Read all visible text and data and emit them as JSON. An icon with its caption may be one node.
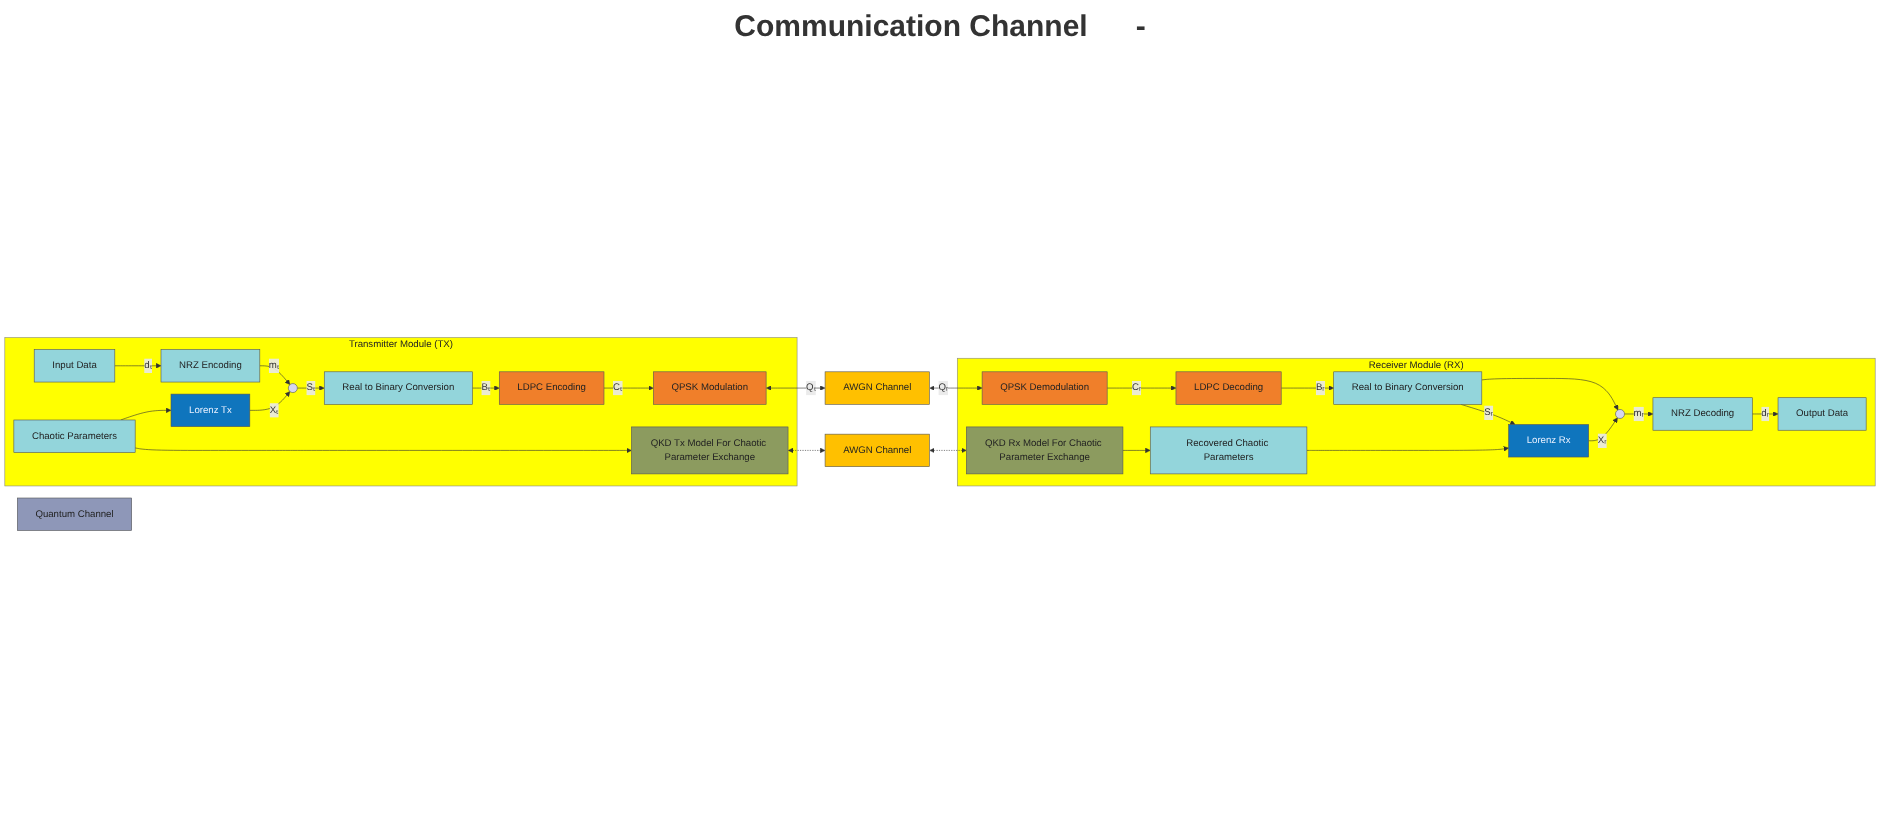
{
  "diagram": {
    "nodes": [
      {
        "text": [
          "Transmitter Module (TX)"
        ]
      },
      {
        "text": [
          "Input Data"
        ],
        "in": 0
      },
      {
        "text": [
          "Chaotic Parameters"
        ],
        "in": 0
      },
      {
        "text": [
          "NRZ Encoding"
        ],
        "in": 0
      },
      {
        "text": [
          "Lorenz Tx"
        ],
        "in": 0
      },
      {
        "text": [],
        "shape": "circle",
        "in": 0
      },
      {
        "text": [
          "QKD Tx Model For Chaotic Parameter Exchange"
        ],
        "in": 0
      },
      {
        "text": [
          "Real to Binary Conversion"
        ],
        "in": 0
      },
      {
        "text": [
          "LDPC Encoding"
        ],
        "in": 0
      },
      {
        "text": [
          "QPSK Modulation"
        ],
        "in": 0
      },
      {
        "text": [
          "AWGN Channel"
        ]
      },
      {
        "text": [
          "Quantum Channel"
        ]
      },
      {
        "text": [
          "AWGN Channel"
        ]
      },
      {
        "text": [
          "Receiver Module (RX)"
        ]
      },
      {
        "text": [
          "Output Data"
        ],
        "in": 13
      },
      {
        "text": [
          "NRZ Decoding"
        ],
        "in": 13
      },
      {
        "text": [
          "Recovered Chaotic Parameters"
        ],
        "in": 13
      },
      {
        "text": [
          "Lorenz Rx"
        ],
        "in": 13
      },
      {
        "text": [],
        "shape": "circle",
        "in": 13
      },
      {
        "text": [
          "QKD Rx Model For Chaotic Parameter Exchange"
        ],
        "in": 13
      },
      {
        "text": [
          "Real to Binary Conversion"
        ],
        "in": 13
      },
      {
        "text": [
          "QPSK Demodulation"
        ],
        "in": 13
      },
      {
        "text": [
          "LDPC Decoding"
        ],
        "in": 13
      }
    ],
    "edges": [
      {
        "from": 1,
        "to": 3,
        "arrow": "to",
        "label": "dₜ"
      },
      {
        "from": 2,
        "to": 4,
        "arrow": "to"
      },
      {
        "from": 2,
        "to": 6,
        "arrow": "to"
      },
      {
        "from": 3,
        "to": 5,
        "arrow": "to",
        "label": "mₜ"
      },
      {
        "from": 4,
        "to": 5,
        "arrow": "to",
        "label": "Xₜ"
      },
      {
        "from": 5,
        "to": 7,
        "arrow": "to",
        "label": "Sₜ"
      },
      {
        "from": 7,
        "to": 8,
        "arrow": "to",
        "label": "Bₜ"
      },
      {
        "from": 8,
        "to": 9,
        "arrow": "to",
        "label": "Cₜ"
      },
      {
        "from": 9,
        "to": 12,
        "arrow": "both",
        "label": "Qₜ"
      },
      {
        "from": 6,
        "to": 10,
        "arrow": "both",
        "style": "dashed"
      },
      {
        "from": 10,
        "to": 19,
        "arrow": "both",
        "style": "dashed"
      },
      {
        "from": 12,
        "to": 21,
        "arrow": "both",
        "label": "Qᵣ"
      },
      {
        "from": 21,
        "to": 22,
        "arrow": "to",
        "label": "Cᵣ"
      },
      {
        "from": 22,
        "to": 20,
        "arrow": "to",
        "label": "Bᵣ"
      },
      {
        "from": 20,
        "to": 17,
        "arrow": "to",
        "label": "Sᵣ"
      },
      {
        "from": 20,
        "to": 18,
        "arrow": "to"
      },
      {
        "from": 17,
        "to": 18,
        "arrow": "to",
        "label": "Xᵣ"
      },
      {
        "from": 18,
        "to": 15,
        "arrow": "to",
        "label": "mᵣ"
      },
      {
        "from": 15,
        "to": 14,
        "arrow": "to",
        "label": "dᵣ"
      },
      {
        "from": 19,
        "to": 16,
        "arrow": "to"
      },
      {
        "from": 16,
        "to": 17,
        "arrow": "to"
      }
    ],
    "labels": [
      "Communication Channel",
      "-"
    ]
  }
}
